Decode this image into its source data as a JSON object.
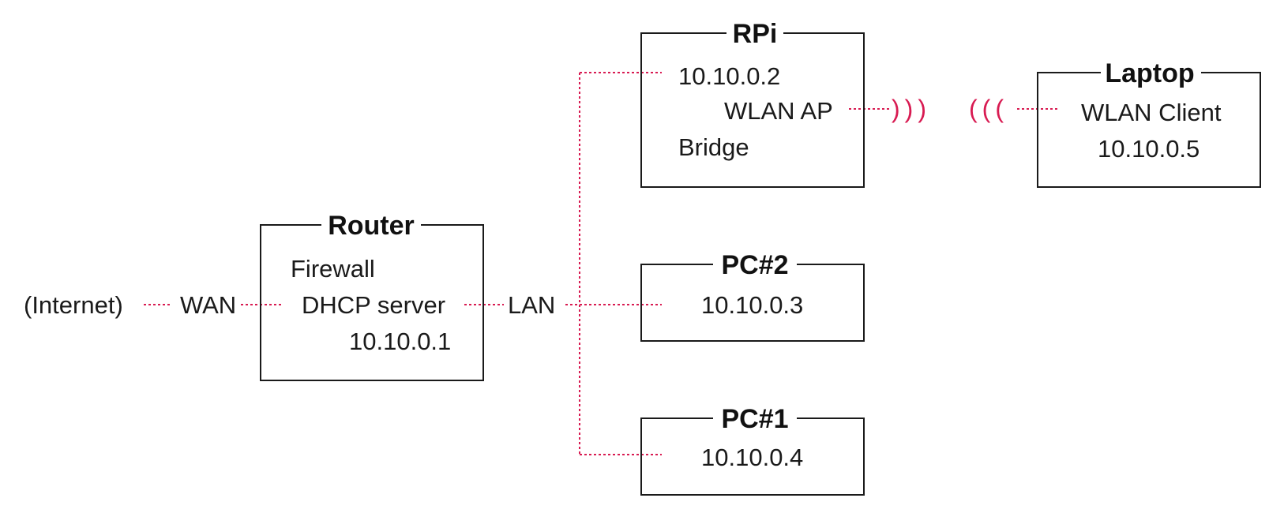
{
  "colors": {
    "link": "#d81b52",
    "box": "#1a1a1a",
    "text": "#1a1a1a"
  },
  "labels": {
    "internet": "(Internet)",
    "wan": "WAN",
    "lan": "LAN"
  },
  "router": {
    "title": "Router",
    "line1": "Firewall",
    "line2": "DHCP server",
    "line3": "10.10.0.1"
  },
  "rpi": {
    "title": "RPi",
    "ip": "10.10.0.2",
    "wlan": "WLAN AP",
    "bridge": "Bridge"
  },
  "pc2": {
    "title": "PC#2",
    "ip": "10.10.0.3"
  },
  "pc1": {
    "title": "PC#1",
    "ip": "10.10.0.4"
  },
  "laptop": {
    "title": "Laptop",
    "line1": "WLAN Client",
    "ip": "10.10.0.5"
  },
  "wireless": {
    "ap_waves": ")))",
    "client_waves": "((("
  }
}
